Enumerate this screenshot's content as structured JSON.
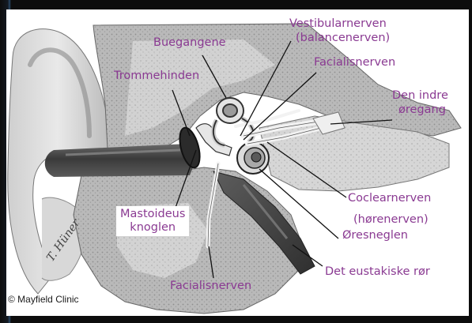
{
  "labels": {
    "buegangene": "Buegangene",
    "vestibular_1": "Vestibularnerven",
    "vestibular_2": "(balancenerven)",
    "facialis_top": "Facialisnerven",
    "trommehinden": "Trommehinden",
    "indre_1": "Den indre",
    "indre_2": "øregang",
    "coclear": "Coclearnerven",
    "horenerven": "(hørenerven)",
    "oresneglen": "Øresneglen",
    "mastoideus_1": "Mastoideus",
    "mastoideus_2": "knoglen",
    "eustakiske": "Det eustakiske rør",
    "facialis_bottom": "Facialisnerven"
  },
  "copyright": "© Mayfield Clinic",
  "signature": "T. Hüner",
  "colors": {
    "label": "#8a3a92",
    "leader": "#111111",
    "background": "#ffffff",
    "frame": "#0d0d0d"
  }
}
